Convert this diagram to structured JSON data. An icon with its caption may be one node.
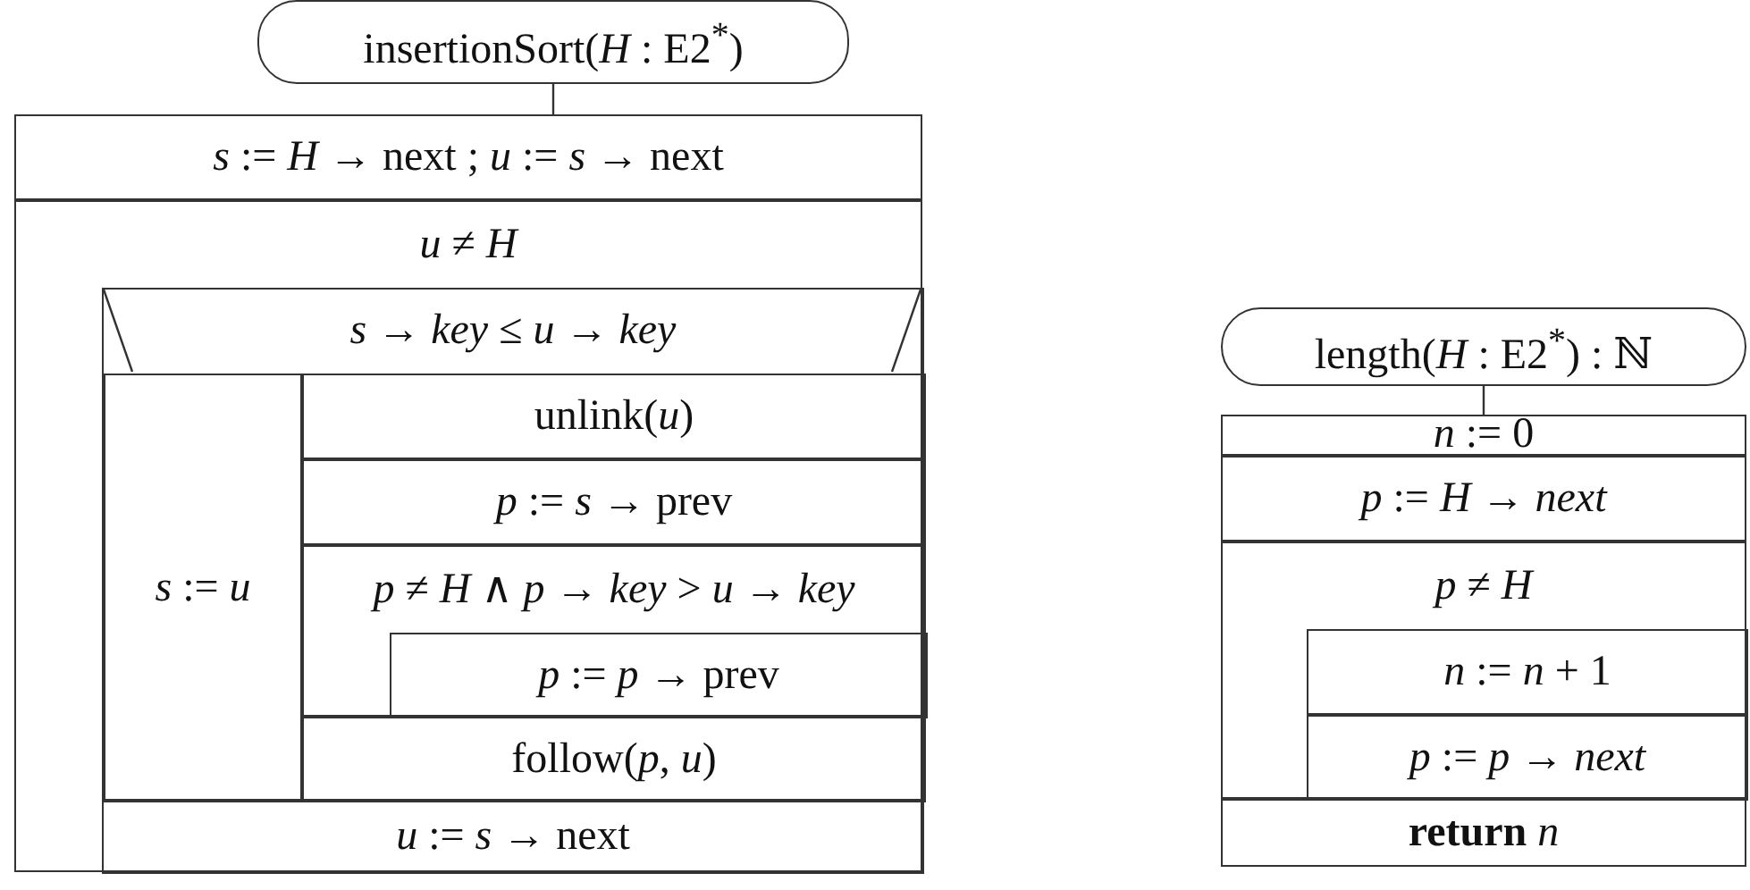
{
  "diagram": {
    "nodes": [
      {
        "text": [
          "insertionSort(*H* : E2$^{*}$)"
        ]
      },
      {
        "text": [
          "*s* := *H* → next ; *u* := *s* → next"
        ]
      },
      {
        "text": [
          "*u* ≠ *H*"
        ]
      },
      {
        "text": [
          "*s* → *key* ≤ *u* → *key*"
        ],
        "in": 2
      },
      {
        "text": [
          "*s* := *u*"
        ],
        "in": 3
      },
      {
        "text": [
          "unlink(*u*)"
        ],
        "in": 3
      },
      {
        "text": [
          "*p* := *s* → prev"
        ],
        "in": 3
      },
      {
        "text": [
          "*p* ≠ *H* ∧ *p* → *key* > *u* → *key*"
        ],
        "in": 3
      },
      {
        "text": [
          "*p* := *p* → prev"
        ],
        "in": 7
      },
      {
        "text": [
          "follow(*p*, *u*)"
        ],
        "in": 3
      },
      {
        "text": [
          "*u* := *s* → next"
        ],
        "in": 2
      },
      {
        "text": [
          "length(*H* : E2$^{*}$) : ℕ"
        ]
      },
      {
        "text": [
          "*n* := 0"
        ]
      },
      {
        "text": [
          "*p* := *H* → *next*"
        ]
      },
      {
        "text": [
          "*p* ≠ *H*"
        ]
      },
      {
        "text": [
          "*n* := *n* + 1"
        ],
        "in": 14
      },
      {
        "text": [
          "*p* := *p* → *next*"
        ],
        "in": 14
      },
      {
        "text": [
          "**return** *n*"
        ]
      }
    ],
    "edges": [
      {
        "from": 0,
        "to": 1,
        "arrow": "none"
      },
      {
        "from": 11,
        "to": 12,
        "arrow": "none"
      }
    ]
  }
}
